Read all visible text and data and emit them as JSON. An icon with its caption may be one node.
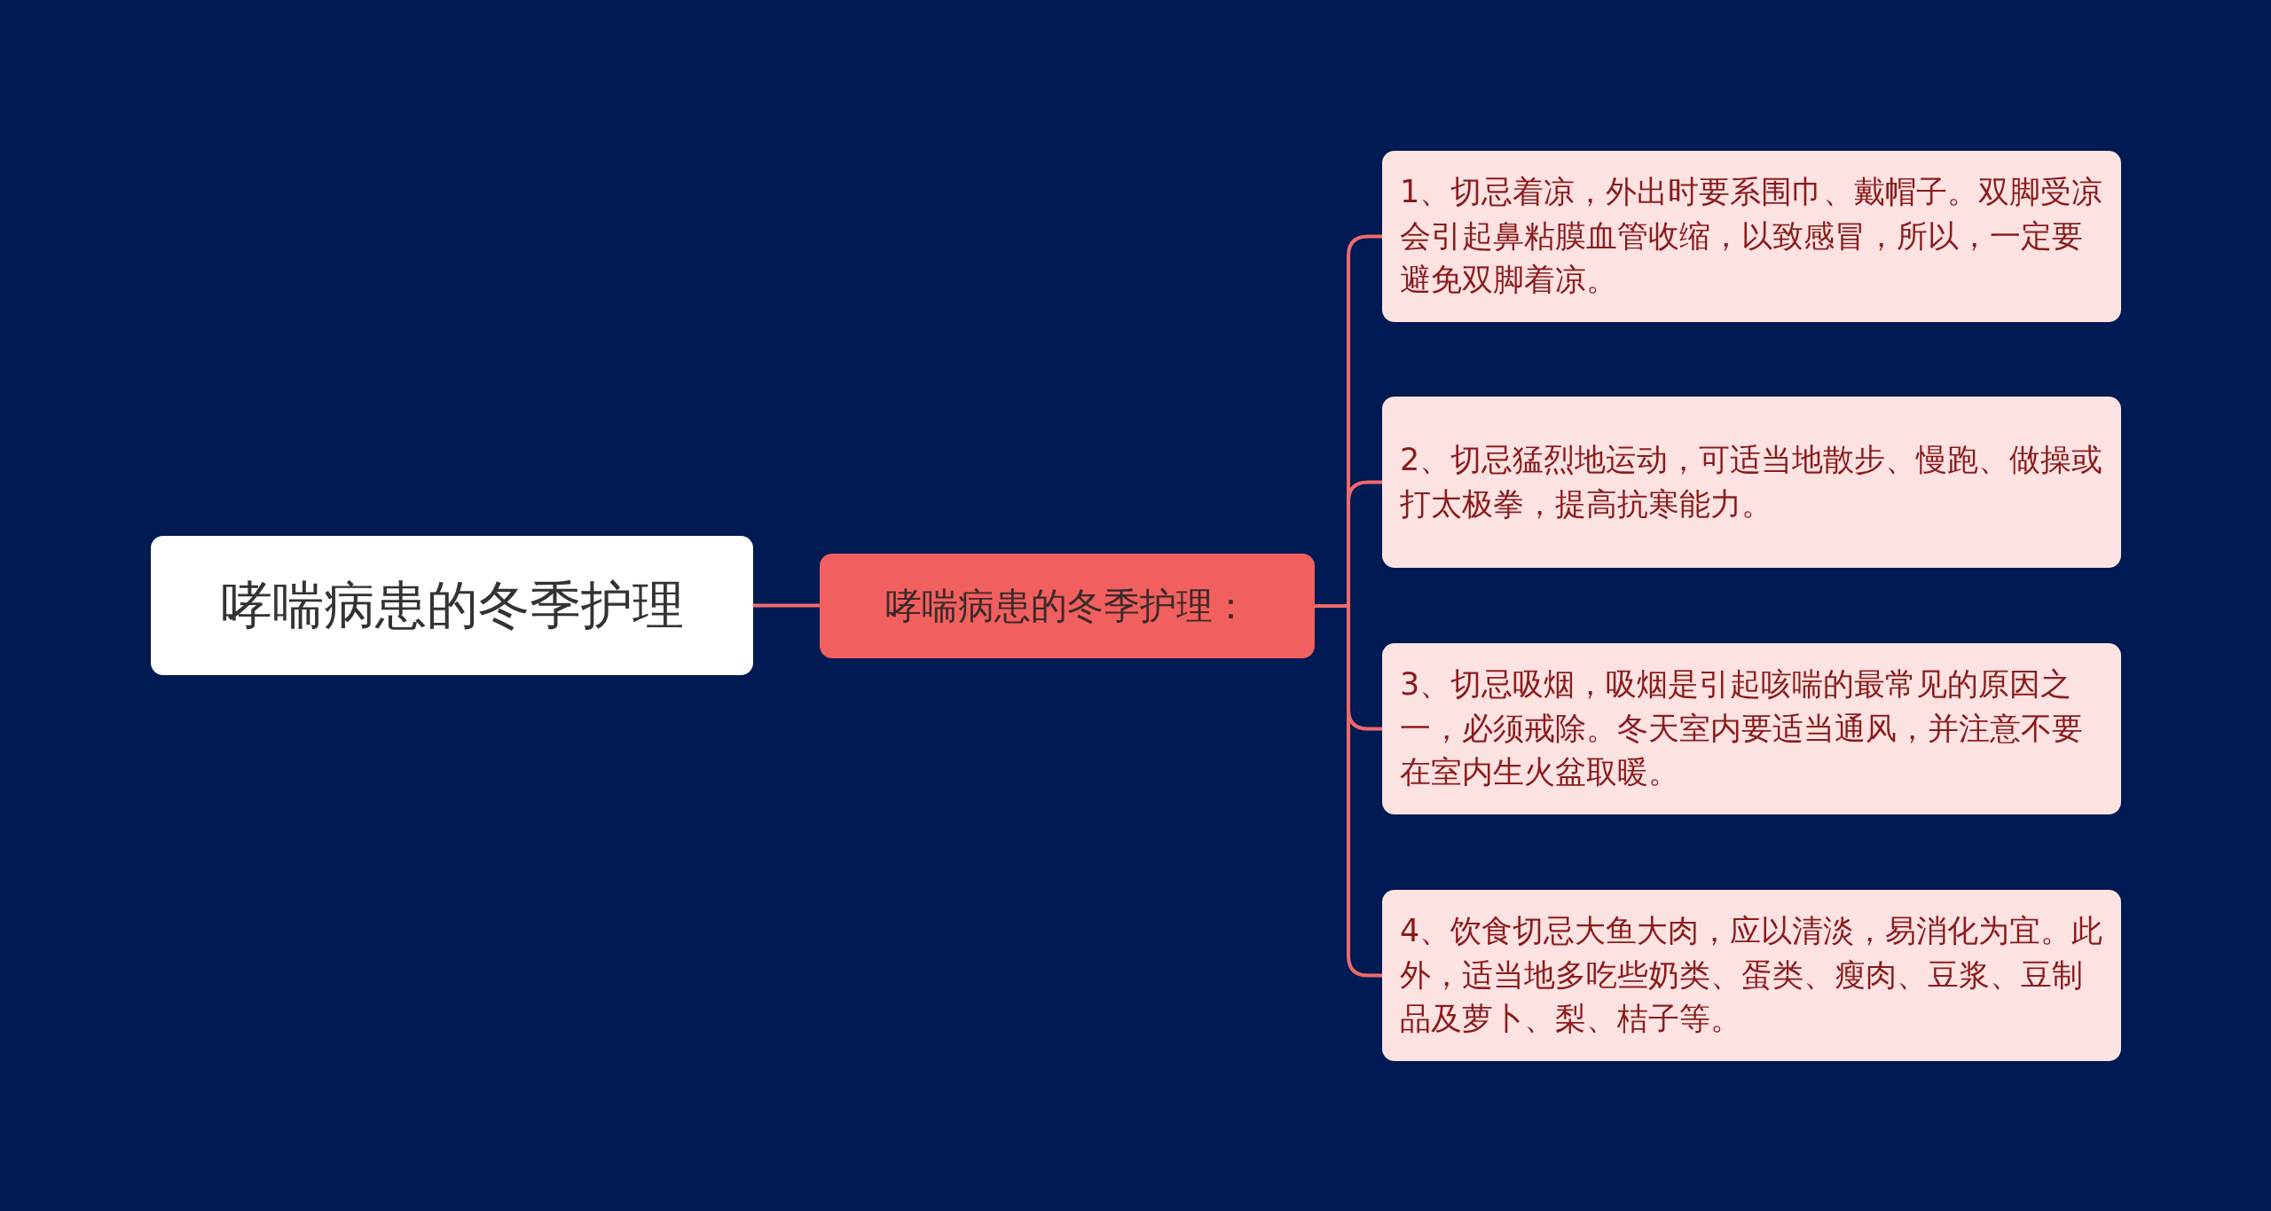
{
  "diagram": {
    "nodes": [
      {
        "text": [
          "哮喘病患的冬季护理"
        ]
      },
      {
        "text": [
          "哮喘病患的冬季护理："
        ]
      },
      {
        "text": [
          "1、切忌着凉，外出时要系围巾、戴帽子。双脚受凉会引起鼻粘膜血管收缩，以致感冒，所以，一定要避免双脚着凉。"
        ]
      },
      {
        "text": [
          "2、切忌猛烈地运动，可适当地散步、慢跑、做操或打太极拳，提高抗寒能力。"
        ]
      },
      {
        "text": [
          "3、切忌吸烟，吸烟是引起咳喘的最常见的原因之一，必须戒除。冬天室内要适当通风，并注意不要在室内生火盆取暖。"
        ]
      },
      {
        "text": [
          "4、饮食切忌大鱼大肉，应以清淡，易消化为宜。此外，适当地多吃些奶类、蛋类、瘦肉、豆浆、豆制品及萝卜、梨、桔子等。"
        ]
      }
    ],
    "edges": [
      {
        "from": 0,
        "to": 1,
        "arrow": "none"
      },
      {
        "from": 1,
        "to": 2,
        "arrow": "none"
      },
      {
        "from": 1,
        "to": 3,
        "arrow": "none"
      },
      {
        "from": 1,
        "to": 4,
        "arrow": "none"
      },
      {
        "from": 1,
        "to": 5,
        "arrow": "none"
      }
    ]
  }
}
